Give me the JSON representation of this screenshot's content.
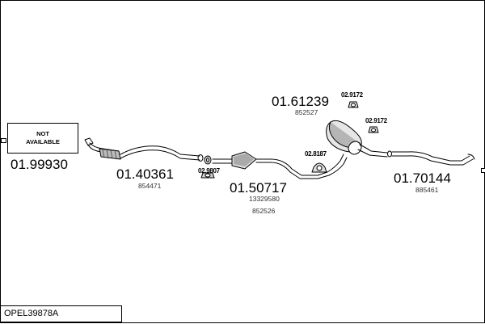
{
  "not_available": {
    "line1": "NOT",
    "line2": "AVAILABLE"
  },
  "parts": {
    "front_pipe": {
      "number": "01.99930"
    },
    "mid_pipe_1": {
      "number": "01.40361",
      "oem": "854471"
    },
    "center_silencer": {
      "number": "01.50717",
      "oem_1": "13329580",
      "oem_2": "852526"
    },
    "rear_silencer": {
      "number": "01.61239",
      "oem": "852527"
    },
    "tail_pipe": {
      "number": "01.70144",
      "oem": "885461"
    }
  },
  "small_parts": {
    "clamp_front": "02.9807",
    "clamp_mid": "02.8187",
    "hanger_top": "02.9172",
    "hanger_right": "02.9172"
  },
  "footer": {
    "code": "OPEL39878A"
  }
}
